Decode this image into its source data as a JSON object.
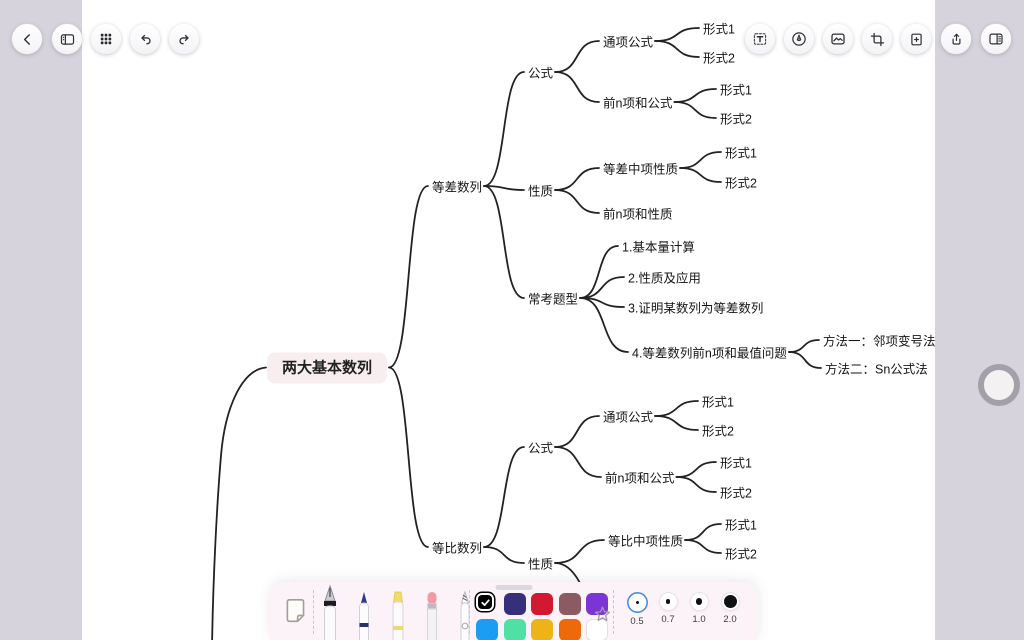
{
  "topbar": {
    "left_icons": [
      "back",
      "pages-panel",
      "grid-view",
      "undo",
      "redo"
    ],
    "right_icons": [
      "text-tool",
      "draw-compass",
      "image-tool",
      "crop-tool",
      "insert-card",
      "share",
      "journal"
    ]
  },
  "mindmap": {
    "nodes": {
      "root": {
        "label": "两大基本数列"
      },
      "a": {
        "label": "等差数列"
      },
      "a1": {
        "label": "公式"
      },
      "a11": {
        "label": "通项公式"
      },
      "a111": {
        "label": "形式1"
      },
      "a112": {
        "label": "形式2"
      },
      "a12": {
        "label": "前n项和公式"
      },
      "a121": {
        "label": "形式1"
      },
      "a122": {
        "label": "形式2"
      },
      "a2": {
        "label": "性质"
      },
      "a21": {
        "label": "等差中项性质"
      },
      "a211": {
        "label": "形式1"
      },
      "a212": {
        "label": "形式2"
      },
      "a22": {
        "label": "前n项和性质"
      },
      "a3": {
        "label": "常考题型"
      },
      "a31": {
        "label": "1.基本量计算"
      },
      "a32": {
        "label": "2.性质及应用"
      },
      "a33": {
        "label": "3.证明某数列为等差数列"
      },
      "a34": {
        "label": "4.等差数列前n项和最值问题"
      },
      "a341": {
        "label": "方法一：邻项变号法"
      },
      "a342": {
        "label": "方法二：Sn公式法"
      },
      "b": {
        "label": "等比数列"
      },
      "b1": {
        "label": "公式"
      },
      "b11": {
        "label": "通项公式"
      },
      "b111": {
        "label": "形式1"
      },
      "b112": {
        "label": "形式2"
      },
      "b12": {
        "label": "前n项和公式"
      },
      "b121": {
        "label": "形式1"
      },
      "b122": {
        "label": "形式2"
      },
      "b2": {
        "label": "性质"
      },
      "b21": {
        "label": "等比中项性质"
      },
      "b211": {
        "label": "形式1"
      },
      "b212": {
        "label": "形式2"
      }
    },
    "edges": [
      [
        "root",
        "a"
      ],
      [
        "root",
        "b"
      ],
      [
        "a",
        "a1"
      ],
      [
        "a",
        "a2"
      ],
      [
        "a",
        "a3"
      ],
      [
        "a1",
        "a11"
      ],
      [
        "a1",
        "a12"
      ],
      [
        "a11",
        "a111"
      ],
      [
        "a11",
        "a112"
      ],
      [
        "a12",
        "a121"
      ],
      [
        "a12",
        "a122"
      ],
      [
        "a2",
        "a21"
      ],
      [
        "a2",
        "a22"
      ],
      [
        "a21",
        "a211"
      ],
      [
        "a21",
        "a212"
      ],
      [
        "a3",
        "a31"
      ],
      [
        "a3",
        "a32"
      ],
      [
        "a3",
        "a33"
      ],
      [
        "a3",
        "a34"
      ],
      [
        "a34",
        "a341"
      ],
      [
        "a34",
        "a342"
      ],
      [
        "b",
        "b1"
      ],
      [
        "b",
        "b2"
      ],
      [
        "b1",
        "b11"
      ],
      [
        "b1",
        "b12"
      ],
      [
        "b11",
        "b111"
      ],
      [
        "b11",
        "b112"
      ],
      [
        "b12",
        "b121"
      ],
      [
        "b12",
        "b122"
      ],
      [
        "b2",
        "b21"
      ],
      [
        "b21",
        "b211"
      ],
      [
        "b21",
        "b212"
      ]
    ]
  },
  "toolbar": {
    "tools": [
      "new-page",
      "fountain-pen",
      "ballpoint-pen",
      "highlighter",
      "eraser",
      "paint-pen"
    ],
    "palette": {
      "row1": [
        "#000000",
        "#36307C",
        "#D11A32",
        "#8D5A64",
        "#7C35D4"
      ],
      "row2": [
        "#1B9DF3",
        "#4FE0A6",
        "#EEB417",
        "#EC6A0A",
        "#FFFFFF"
      ]
    },
    "selected_color": "#000000",
    "stroke_sizes": [
      "0.5",
      "0.7",
      "1.0",
      "2.0"
    ],
    "selected_stroke": "0.5"
  },
  "colors": {
    "accent_blue": "#4A8EDE",
    "side_band": "#D6D3DC",
    "toolbar_bg": "#FBF3F8",
    "root_node_bg": "#F8EEF0",
    "edge_stroke": "#222222"
  }
}
